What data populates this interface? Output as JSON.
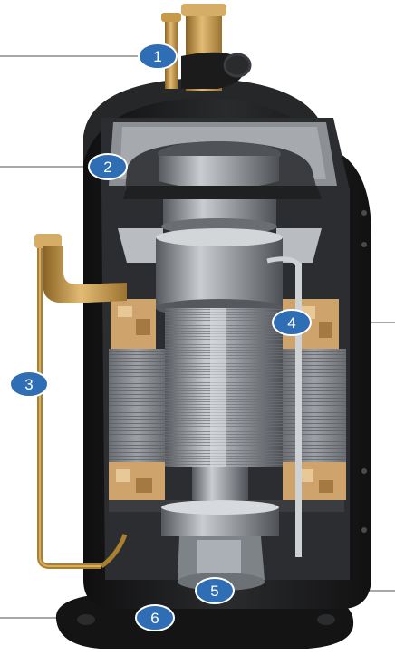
{
  "colors": {
    "badge_fill": "#2f6db5",
    "badge_stroke": "#ffffff",
    "leader_line": "#8c8c8c",
    "shell": "#1c1c1c",
    "metal_light": "#c4c7cb",
    "metal_mid": "#8d9196",
    "metal_dark": "#4a4d52",
    "copper": "#b98a3e",
    "copper_light": "#d9b06a",
    "winding": "#d8b27a"
  },
  "callouts": [
    {
      "id": "1",
      "label": "1"
    },
    {
      "id": "2",
      "label": "2"
    },
    {
      "id": "3",
      "label": "3"
    },
    {
      "id": "4",
      "label": "4"
    },
    {
      "id": "5",
      "label": "5"
    },
    {
      "id": "6",
      "label": "6"
    }
  ]
}
